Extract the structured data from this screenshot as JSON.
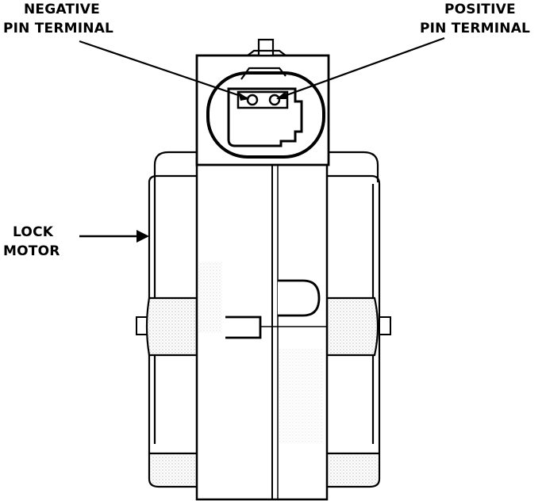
{
  "labels": {
    "negative_line1": "NEGATIVE",
    "negative_line2": "PIN TERMINAL",
    "positive_line1": "POSITIVE",
    "positive_line2": "PIN TERMINAL",
    "lock_line1": "LOCK",
    "lock_line2": "MOTOR"
  },
  "colors": {
    "ink": "#000000",
    "paper": "#ffffff",
    "stipple": "#d9d9d9"
  }
}
